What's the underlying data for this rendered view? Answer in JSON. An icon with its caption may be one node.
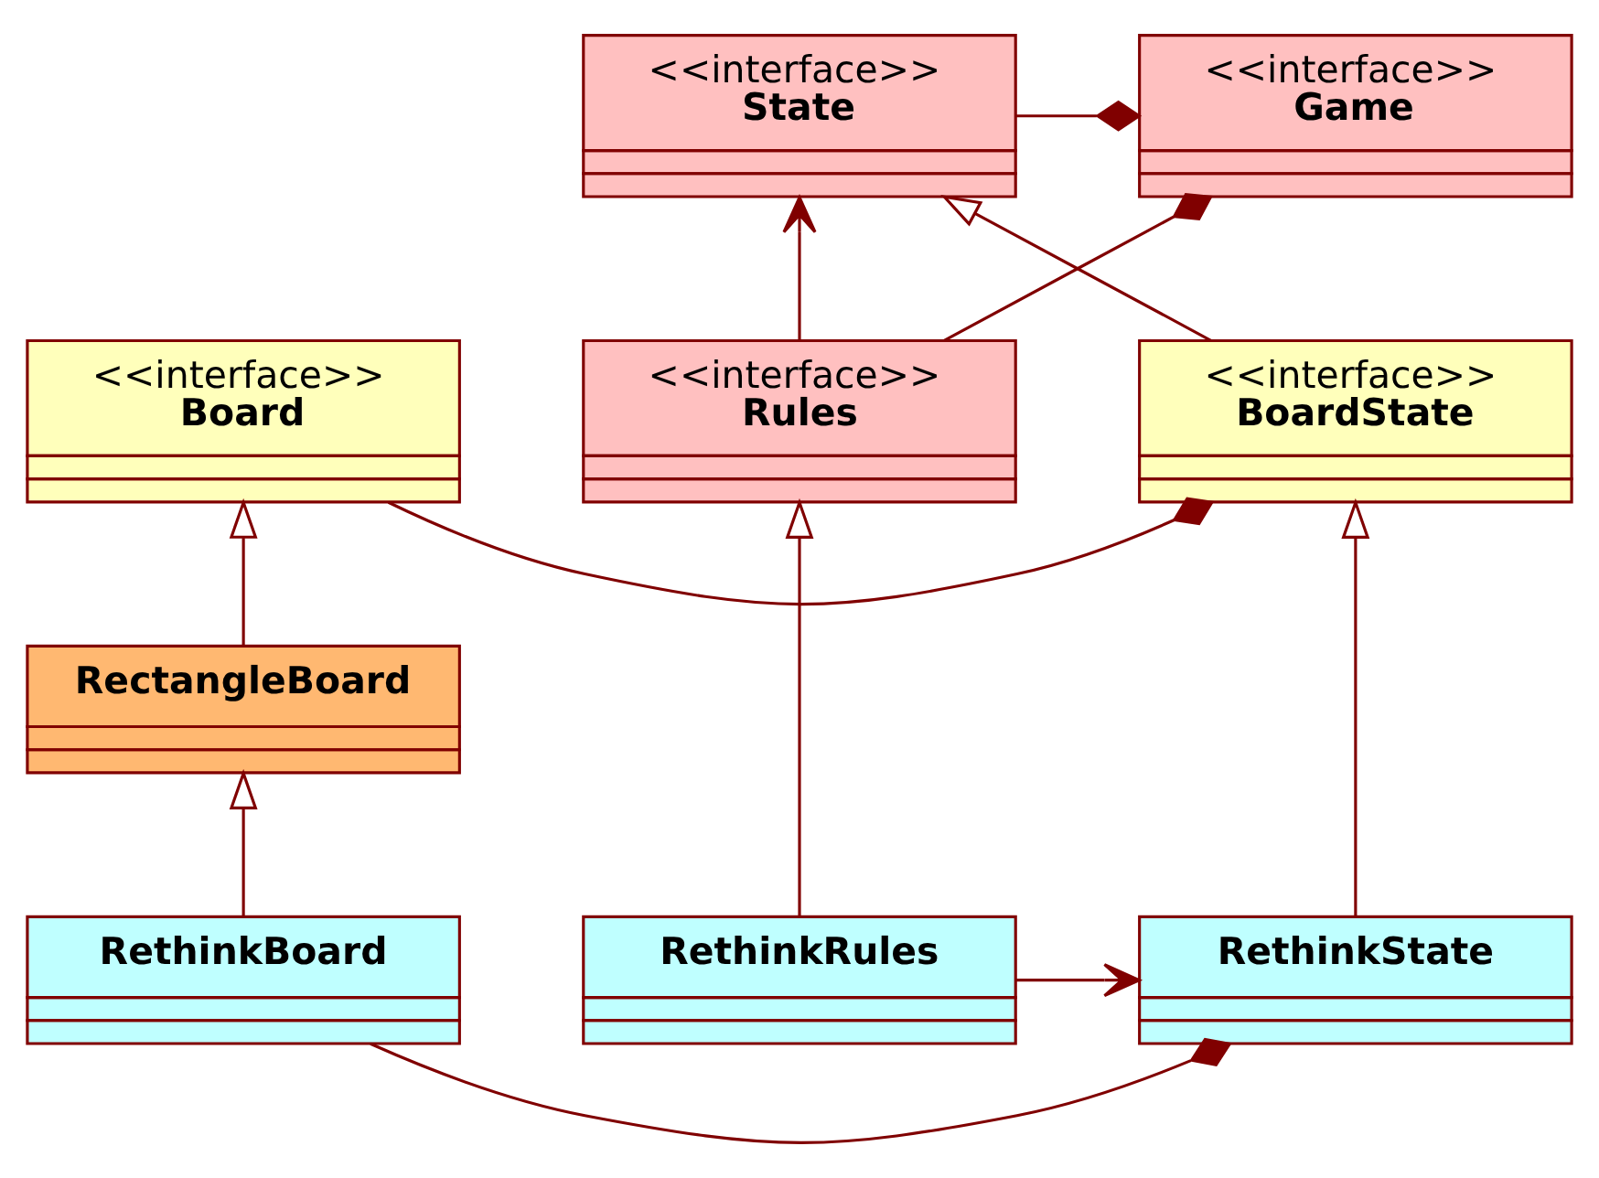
{
  "diagram": {
    "nodes": [
      {
        "text": [
          "<<interface>>",
          "Game"
        ]
      },
      {
        "text": [
          "<<interface>>",
          "State"
        ]
      },
      {
        "text": [
          "<<interface>>",
          "Rules"
        ]
      },
      {
        "text": [
          "<<interface>>",
          "BoardState"
        ]
      },
      {
        "text": [
          "<<interface>>",
          "Board"
        ]
      },
      {
        "text": [
          "RectangleBoard"
        ]
      },
      {
        "text": [
          "RethinkRules"
        ]
      },
      {
        "text": [
          "RethinkState"
        ]
      },
      {
        "text": [
          "RethinkBoard"
        ]
      }
    ],
    "edges": [
      {
        "from": 1,
        "to": 0,
        "arrow": "other"
      },
      {
        "from": 2,
        "to": 0,
        "arrow": "other"
      },
      {
        "from": 2,
        "to": 1,
        "arrow": "to"
      },
      {
        "from": 3,
        "to": 1,
        "arrow": "to"
      },
      {
        "from": 4,
        "to": 3,
        "arrow": "other"
      },
      {
        "from": 5,
        "to": 4,
        "arrow": "to"
      },
      {
        "from": 6,
        "to": 2,
        "arrow": "to"
      },
      {
        "from": 7,
        "to": 3,
        "arrow": "to"
      },
      {
        "from": 8,
        "to": 5,
        "arrow": "to"
      },
      {
        "from": 6,
        "to": 7,
        "arrow": "to"
      },
      {
        "from": 8,
        "to": 7,
        "arrow": "other"
      }
    ]
  }
}
